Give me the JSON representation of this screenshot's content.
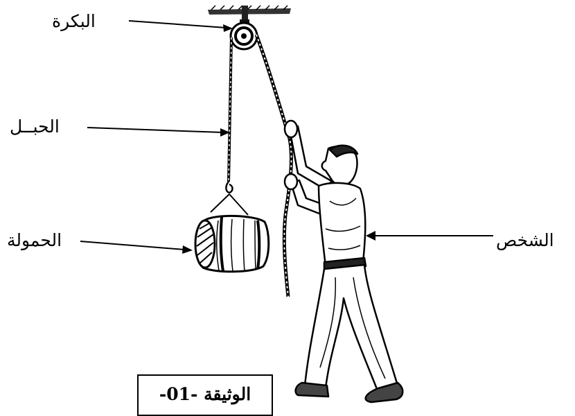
{
  "labels": {
    "pulley": "البكرة",
    "rope": "الحبــل",
    "load": "الحمولة",
    "person": "الشخص"
  },
  "caption": "الوثيقة -01-",
  "colors": {
    "ink": "#000000",
    "background": "#ffffff"
  }
}
